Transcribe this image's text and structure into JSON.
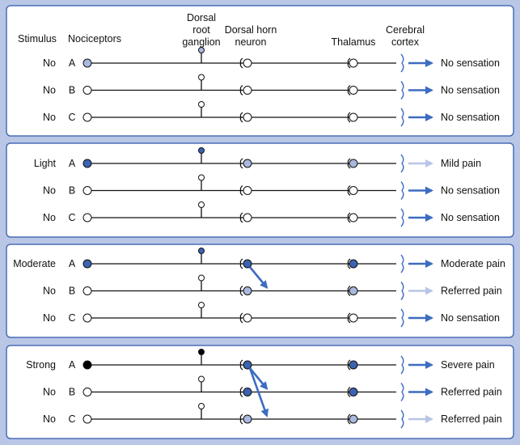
{
  "headers": {
    "stimulus": "Stimulus",
    "nociceptors": "Nociceptors",
    "drg": [
      "Dorsal",
      "root",
      "ganglion"
    ],
    "dorsal_horn": [
      "Dorsal horn",
      "neuron"
    ],
    "thalamus": "Thalamus",
    "cortex": [
      "Cerebral",
      "cortex"
    ]
  },
  "colors": {
    "background": "#b9c6e6",
    "panel": "#ffffff",
    "panel_border": "#4a6fb5",
    "unfilled": "#ffffff",
    "light": "#a9b8de",
    "medium": "#3c63b0",
    "dark": "#000000",
    "arrow_strong": "#3d6cc0",
    "arrow_faint": "#b8c6e6"
  },
  "panels": [
    {
      "rows": [
        {
          "stimulus": "No",
          "fiber": "A",
          "nociceptor": "light",
          "ganglion": "light",
          "dorsal_horn": "unfilled",
          "thalamus": "unfilled",
          "arrow": "arrow_strong",
          "outcome": "No sensation"
        },
        {
          "stimulus": "No",
          "fiber": "B",
          "nociceptor": "unfilled",
          "ganglion": "unfilled",
          "dorsal_horn": "unfilled",
          "thalamus": "unfilled",
          "arrow": "arrow_strong",
          "outcome": "No sensation"
        },
        {
          "stimulus": "No",
          "fiber": "C",
          "nociceptor": "unfilled",
          "ganglion": "unfilled",
          "dorsal_horn": "unfilled",
          "thalamus": "unfilled",
          "arrow": "arrow_strong",
          "outcome": "No sensation"
        }
      ],
      "collaterals": []
    },
    {
      "rows": [
        {
          "stimulus": "Light",
          "fiber": "A",
          "nociceptor": "medium",
          "ganglion": "medium",
          "dorsal_horn": "light",
          "thalamus": "light",
          "arrow": "arrow_faint",
          "outcome": "Mild pain"
        },
        {
          "stimulus": "No",
          "fiber": "B",
          "nociceptor": "unfilled",
          "ganglion": "unfilled",
          "dorsal_horn": "unfilled",
          "thalamus": "unfilled",
          "arrow": "arrow_strong",
          "outcome": "No sensation"
        },
        {
          "stimulus": "No",
          "fiber": "C",
          "nociceptor": "unfilled",
          "ganglion": "unfilled",
          "dorsal_horn": "unfilled",
          "thalamus": "unfilled",
          "arrow": "arrow_strong",
          "outcome": "No sensation"
        }
      ],
      "collaterals": []
    },
    {
      "rows": [
        {
          "stimulus": "Moderate",
          "fiber": "A",
          "nociceptor": "medium",
          "ganglion": "medium",
          "dorsal_horn": "medium",
          "thalamus": "medium",
          "arrow": "arrow_strong",
          "outcome": "Moderate pain"
        },
        {
          "stimulus": "No",
          "fiber": "B",
          "nociceptor": "unfilled",
          "ganglion": "unfilled",
          "dorsal_horn": "light",
          "thalamus": "light",
          "arrow": "arrow_faint",
          "outcome": "Referred pain"
        },
        {
          "stimulus": "No",
          "fiber": "C",
          "nociceptor": "unfilled",
          "ganglion": "unfilled",
          "dorsal_horn": "unfilled",
          "thalamus": "unfilled",
          "arrow": "arrow_strong",
          "outcome": "No sensation"
        }
      ],
      "collaterals": [
        {
          "from_row": 0,
          "to_row": 1
        }
      ]
    },
    {
      "rows": [
        {
          "stimulus": "Strong",
          "fiber": "A",
          "nociceptor": "dark",
          "ganglion": "dark",
          "dorsal_horn": "medium",
          "thalamus": "medium",
          "arrow": "arrow_strong",
          "outcome": "Severe pain"
        },
        {
          "stimulus": "No",
          "fiber": "B",
          "nociceptor": "unfilled",
          "ganglion": "unfilled",
          "dorsal_horn": "medium",
          "thalamus": "medium",
          "arrow": "arrow_strong",
          "outcome": "Referred pain"
        },
        {
          "stimulus": "No",
          "fiber": "C",
          "nociceptor": "unfilled",
          "ganglion": "unfilled",
          "dorsal_horn": "light",
          "thalamus": "light",
          "arrow": "arrow_faint",
          "outcome": "Referred pain"
        }
      ],
      "collaterals": [
        {
          "from_row": 0,
          "to_row": 1
        },
        {
          "from_row": 0,
          "to_row": 2
        }
      ]
    }
  ]
}
